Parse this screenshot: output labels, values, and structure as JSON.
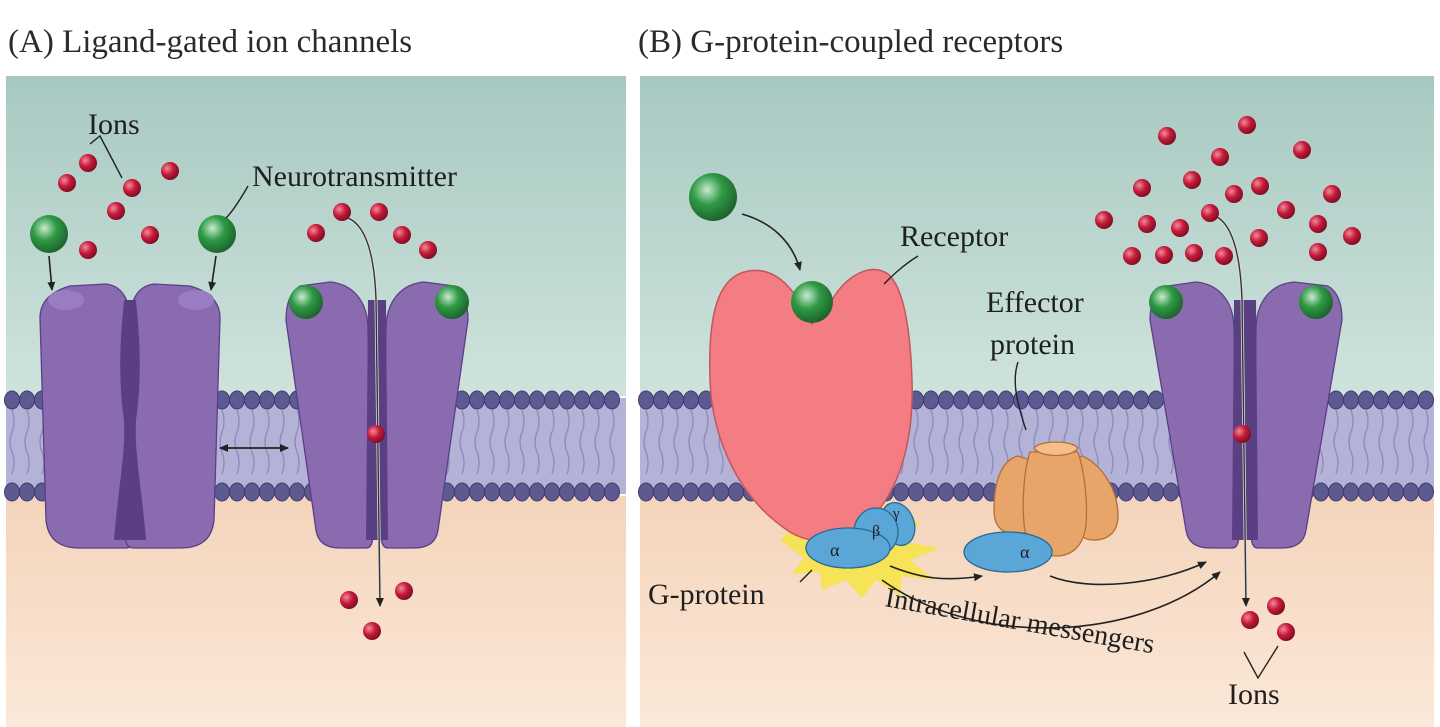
{
  "figure": {
    "panel_a": {
      "letter": "(A)",
      "title": "Ligand-gated ion channels",
      "labels": {
        "ions": "Ions",
        "neurotransmitter": "Neurotransmitter"
      }
    },
    "panel_b": {
      "letter": "(B)",
      "title": "G-protein-coupled receptors",
      "labels": {
        "receptor": "Receptor",
        "effector_line1": "Effector",
        "effector_line2": "protein",
        "g_protein": "G-protein",
        "messengers": "Intracellular messengers",
        "ions": "Ions",
        "alpha": "α",
        "beta": "β",
        "gamma": "γ"
      }
    },
    "colors": {
      "extracellular_top": "#a7c9c1",
      "extracellular_bottom": "#cfe3dd",
      "intracellular_top": "#f4d4bb",
      "intracellular_bottom": "#fbe8d8",
      "membrane_heads": "#5d5a92",
      "membrane_tails": "#b4b2d6",
      "channel": "#8b6bb0",
      "channel_dark": "#5b3f85",
      "ion": "#c51a3a",
      "neurotransmitter": "#2f9a45",
      "receptor": "#f47d84",
      "g_protein": "#5aa6d6",
      "effector": "#e8a569",
      "glow": "#f6e34a"
    }
  }
}
